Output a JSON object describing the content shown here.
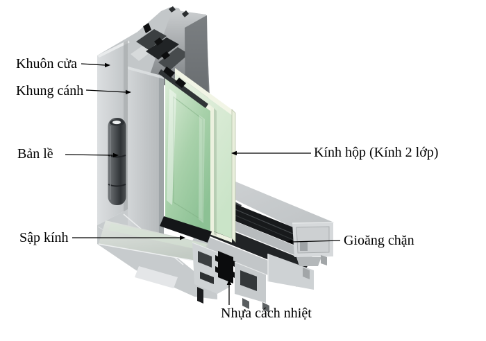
{
  "diagram": {
    "type": "window-frame-corner-cross-section",
    "labels": [
      {
        "id": "khuon-cua",
        "text": "Khuôn cửa"
      },
      {
        "id": "khung-canh",
        "text": "Khung cánh"
      },
      {
        "id": "ban-le",
        "text": "Bản lề"
      },
      {
        "id": "sap-kinh",
        "text": "Sập kính"
      },
      {
        "id": "kinh-hop",
        "text": "Kính hộp (Kính 2 lớp)"
      },
      {
        "id": "gioang-chan",
        "text": "Gioăng chặn"
      },
      {
        "id": "nhua-cach-nhiet",
        "text": "Nhựa cách nhiệt"
      }
    ],
    "colors": {
      "background": "#ffffff",
      "label": "#000000",
      "leader": "#000000",
      "aluminum_light": "#d3d6d8",
      "aluminum_mid": "#b7bbbd",
      "aluminum_dark": "#8d9194",
      "frame_shadow": "#5f6467",
      "gasket_black": "#17191b",
      "glass_green": "#a8d1aa",
      "glass_edge_cream": "#f2f5e6",
      "hinge_dark": "#3a3e41"
    }
  }
}
